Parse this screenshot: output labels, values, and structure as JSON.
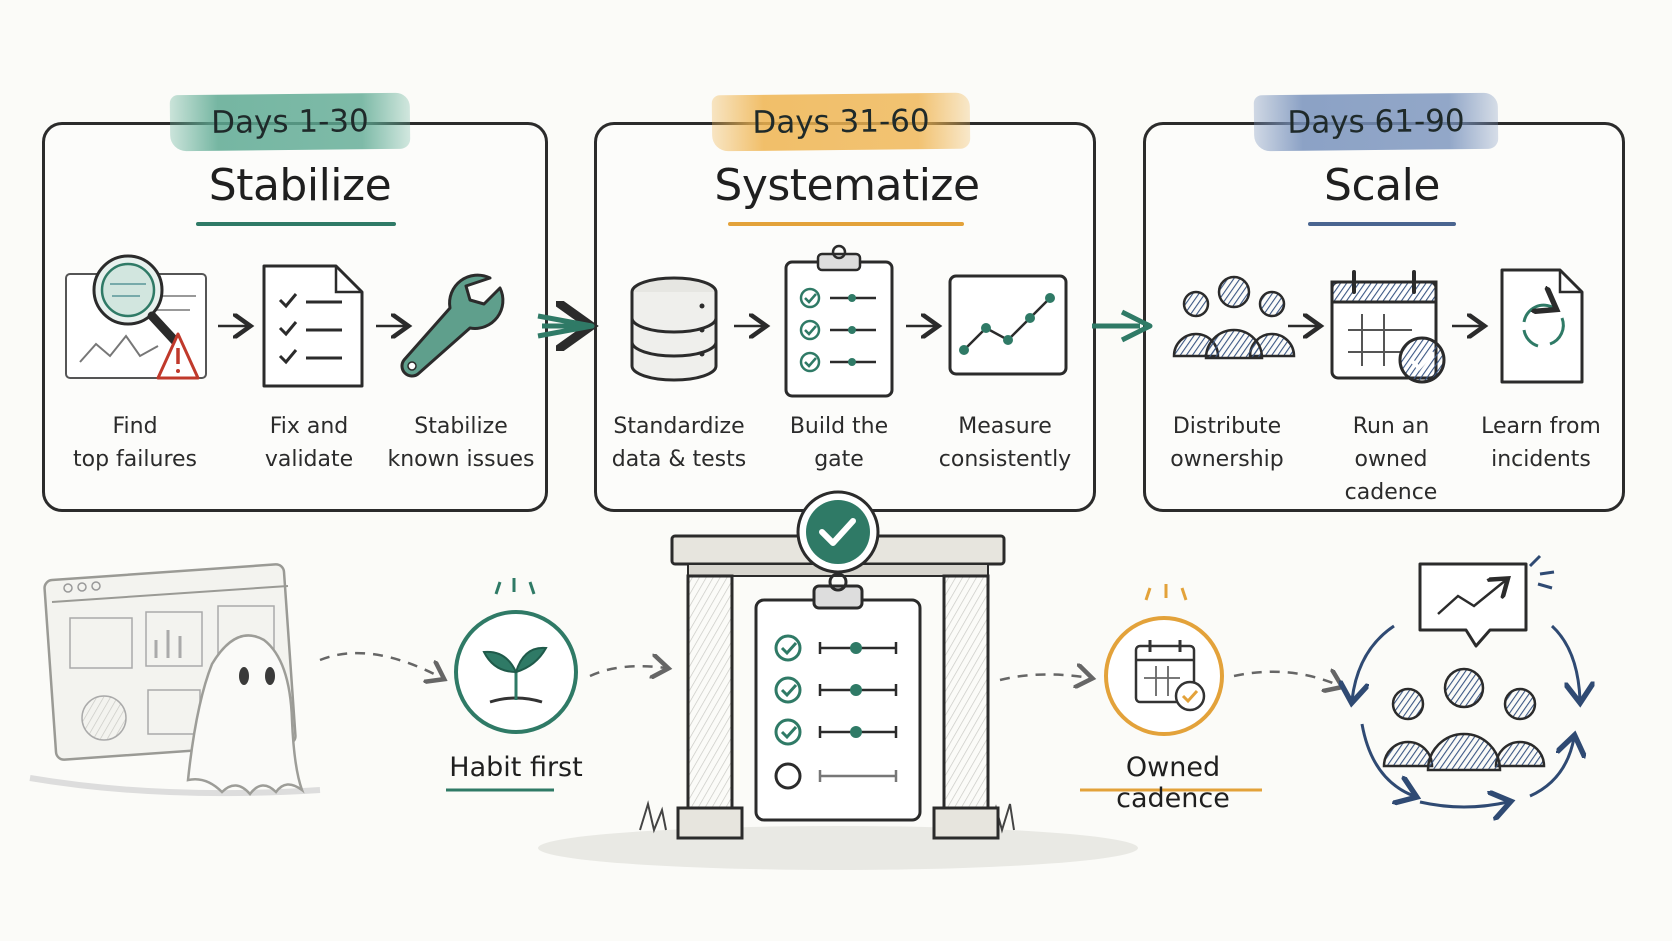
{
  "phases": [
    {
      "range": "Days 1-30",
      "title": "Stabilize",
      "steps": [
        {
          "line1": "Find",
          "line2": "top failures"
        },
        {
          "line1": "Fix and",
          "line2": "validate"
        },
        {
          "line1": "Stabilize",
          "line2": "known issues"
        }
      ]
    },
    {
      "range": "Days 31-60",
      "title": "Systematize",
      "steps": [
        {
          "line1": "Standardize",
          "line2": "data & tests"
        },
        {
          "line1": "Build the",
          "line2": "gate"
        },
        {
          "line1": "Measure",
          "line2": "consistently"
        }
      ]
    },
    {
      "range": "Days 61-90",
      "title": "Scale",
      "steps": [
        {
          "line1": "Distribute",
          "line2": "ownership"
        },
        {
          "line1": "Run an",
          "line2": "owned cadence"
        },
        {
          "line1": "Learn from",
          "line2": "incidents"
        }
      ]
    }
  ],
  "journey": {
    "habit_label": "Habit first",
    "cadence_label": "Owned cadence"
  },
  "colors": {
    "green": "#2f7a66",
    "orange": "#e3a23a",
    "blue": "#4a6590",
    "ink": "#2b2b2b",
    "alert": "#c0392b"
  }
}
